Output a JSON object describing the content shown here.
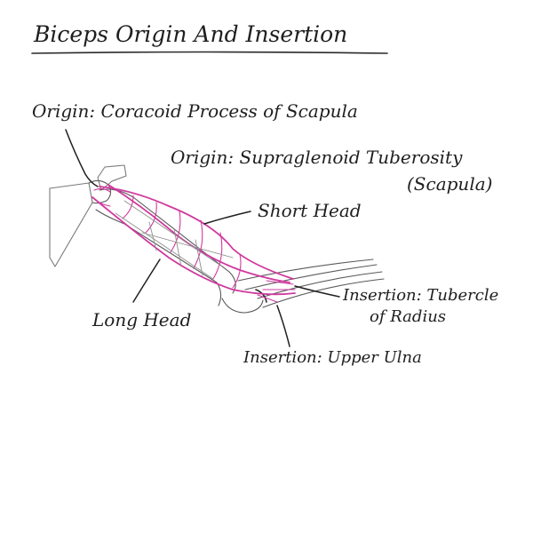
{
  "title": "Biceps Origin And Insertion",
  "colors": {
    "muscle": "#d0399e",
    "ink": "#1f1f1f"
  },
  "labels": {
    "origin_coracoid": "Origin: Coracoid Process of Scapula",
    "origin_supraglenoid_line1": "Origin: Supraglenoid Tuberosity",
    "origin_supraglenoid_line2": "(Scapula)",
    "short_head": "Short Head",
    "long_head": "Long Head",
    "insertion_radius_line1": "Insertion: Tubercle",
    "insertion_radius_line2": "of Radius",
    "insertion_ulna": "Insertion: Upper Ulna"
  }
}
